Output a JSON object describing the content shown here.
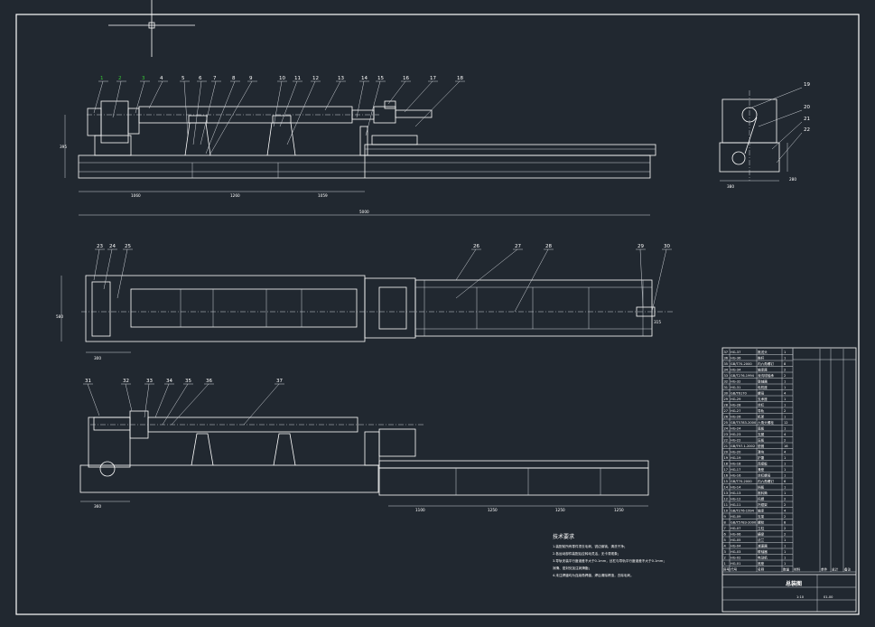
{
  "drawing": {
    "background": "#212830",
    "line_color": "#ffffff",
    "accent_green": "#35c935"
  },
  "balloons": {
    "view1": [
      "1",
      "2",
      "3",
      "4",
      "5",
      "6",
      "7",
      "8",
      "9",
      "10",
      "11",
      "12",
      "13",
      "14",
      "15",
      "16",
      "17",
      "18"
    ],
    "view_side": [
      "19",
      "20",
      "21",
      "22"
    ],
    "view_top": [
      "23",
      "24",
      "25",
      "26",
      "27",
      "28",
      "29",
      "30"
    ],
    "view_front2": [
      "31",
      "32",
      "33",
      "34",
      "35",
      "36",
      "37"
    ]
  },
  "dimensions": {
    "view1_height": "395",
    "view1_segments": [
      "1060",
      "1260",
      "1059"
    ],
    "view1_total": "5000",
    "top_width": "580",
    "top_left": "300",
    "top_right": "315",
    "front2_left": "360",
    "front2_segments": [
      "1100",
      "1250",
      "1250",
      "1250"
    ],
    "side_bottom": "380",
    "side_height": "280"
  },
  "notes": {
    "title": "技术要求",
    "lines": [
      "1.装配前所有零件须去毛刺、锐边倒钝，清洗干净；",
      "2.各运动部件装配后应转动灵活，无卡滞现象；",
      "3.导轨安装平行度误差不大于0.1mm，丝杠与导轨平行度误差不大于0.1mm；",
      "润滑、密封处加注润滑脂；",
      "4.未注焊缝均为连续角焊缝，焊后清除焊渣，去除毛刺。"
    ]
  },
  "title_block": {
    "name": "总装图",
    "drawing_no": "01-00",
    "scale": "1:10",
    "header": [
      "序号",
      "代号",
      "名称",
      "数量",
      "材料",
      "单件",
      "总计",
      "备注"
    ],
    "rows": [
      {
        "no": "37",
        "code": "HG-37",
        "name": "推送头",
        "qty": "1"
      },
      {
        "no": "36",
        "code": "HG-36",
        "name": "推杆",
        "qty": "1"
      },
      {
        "no": "35",
        "code": "GB/T70-2000",
        "name": "内六角螺钉",
        "qty": "8"
      },
      {
        "no": "34",
        "code": "HG-34",
        "name": "轴承座",
        "qty": "2"
      },
      {
        "no": "33",
        "code": "GB/T276-1994",
        "name": "深沟球轴承",
        "qty": "2"
      },
      {
        "no": "32",
        "code": "HG-32",
        "name": "联轴器",
        "qty": "1"
      },
      {
        "no": "31",
        "code": "HG-31",
        "name": "电机座",
        "qty": "1"
      },
      {
        "no": "30",
        "code": "GB/T6170",
        "name": "螺母",
        "qty": "4"
      },
      {
        "no": "29",
        "code": "HG-29",
        "name": "支承座",
        "qty": "1"
      },
      {
        "no": "28",
        "code": "HG-28",
        "name": "丝杠",
        "qty": "1"
      },
      {
        "no": "27",
        "code": "HG-27",
        "name": "导轨",
        "qty": "2"
      },
      {
        "no": "26",
        "code": "HG-26",
        "name": "机架",
        "qty": "1"
      },
      {
        "no": "25",
        "code": "GB/T5783-2000",
        "name": "六角头螺栓",
        "qty": "12"
      },
      {
        "no": "24",
        "code": "HG-24",
        "name": "底板",
        "qty": "1"
      },
      {
        "no": "23",
        "code": "HG-23",
        "name": "支腿",
        "qty": "4"
      },
      {
        "no": "22",
        "code": "HG-22",
        "name": "压板",
        "qty": "2"
      },
      {
        "no": "21",
        "code": "GB/T97.1-2002",
        "name": "垫圈",
        "qty": "16"
      },
      {
        "no": "20",
        "code": "HG-20",
        "name": "滑块",
        "qty": "4"
      },
      {
        "no": "19",
        "code": "HG-19",
        "name": "护罩",
        "qty": "1"
      },
      {
        "no": "18",
        "code": "HG-18",
        "name": "连接板",
        "qty": "1"
      },
      {
        "no": "17",
        "code": "HG-17",
        "name": "滑座",
        "qty": "1"
      },
      {
        "no": "16",
        "code": "HG-16",
        "name": "丝杠螺母",
        "qty": "1"
      },
      {
        "no": "15",
        "code": "GB/T70-2000",
        "name": "内六角螺钉",
        "qty": "6"
      },
      {
        "no": "14",
        "code": "HG-14",
        "name": "挡板",
        "qty": "1"
      },
      {
        "no": "13",
        "code": "HG-13",
        "name": "推料筒",
        "qty": "1"
      },
      {
        "no": "12",
        "code": "HG-12",
        "name": "托辊",
        "qty": "2"
      },
      {
        "no": "11",
        "code": "HG-11",
        "name": "托辊架",
        "qty": "2"
      },
      {
        "no": "10",
        "code": "GB/T276-1994",
        "name": "轴承",
        "qty": "4"
      },
      {
        "no": "9",
        "code": "HG-09",
        "name": "支架",
        "qty": "2"
      },
      {
        "no": "8",
        "code": "GB/T5783-2000",
        "name": "螺栓",
        "qty": "8"
      },
      {
        "no": "7",
        "code": "HG-07",
        "name": "立柱",
        "qty": "2"
      },
      {
        "no": "6",
        "code": "HG-06",
        "name": "横梁",
        "qty": "2"
      },
      {
        "no": "5",
        "code": "HG-05",
        "name": "法兰",
        "qty": "1"
      },
      {
        "no": "4",
        "code": "HG-04",
        "name": "减速器",
        "qty": "1"
      },
      {
        "no": "3",
        "code": "HG-03",
        "name": "联轴器",
        "qty": "1"
      },
      {
        "no": "2",
        "code": "HG-02",
        "name": "电动机",
        "qty": "1"
      },
      {
        "no": "1",
        "code": "HG-01",
        "name": "底座",
        "qty": "1"
      }
    ]
  }
}
